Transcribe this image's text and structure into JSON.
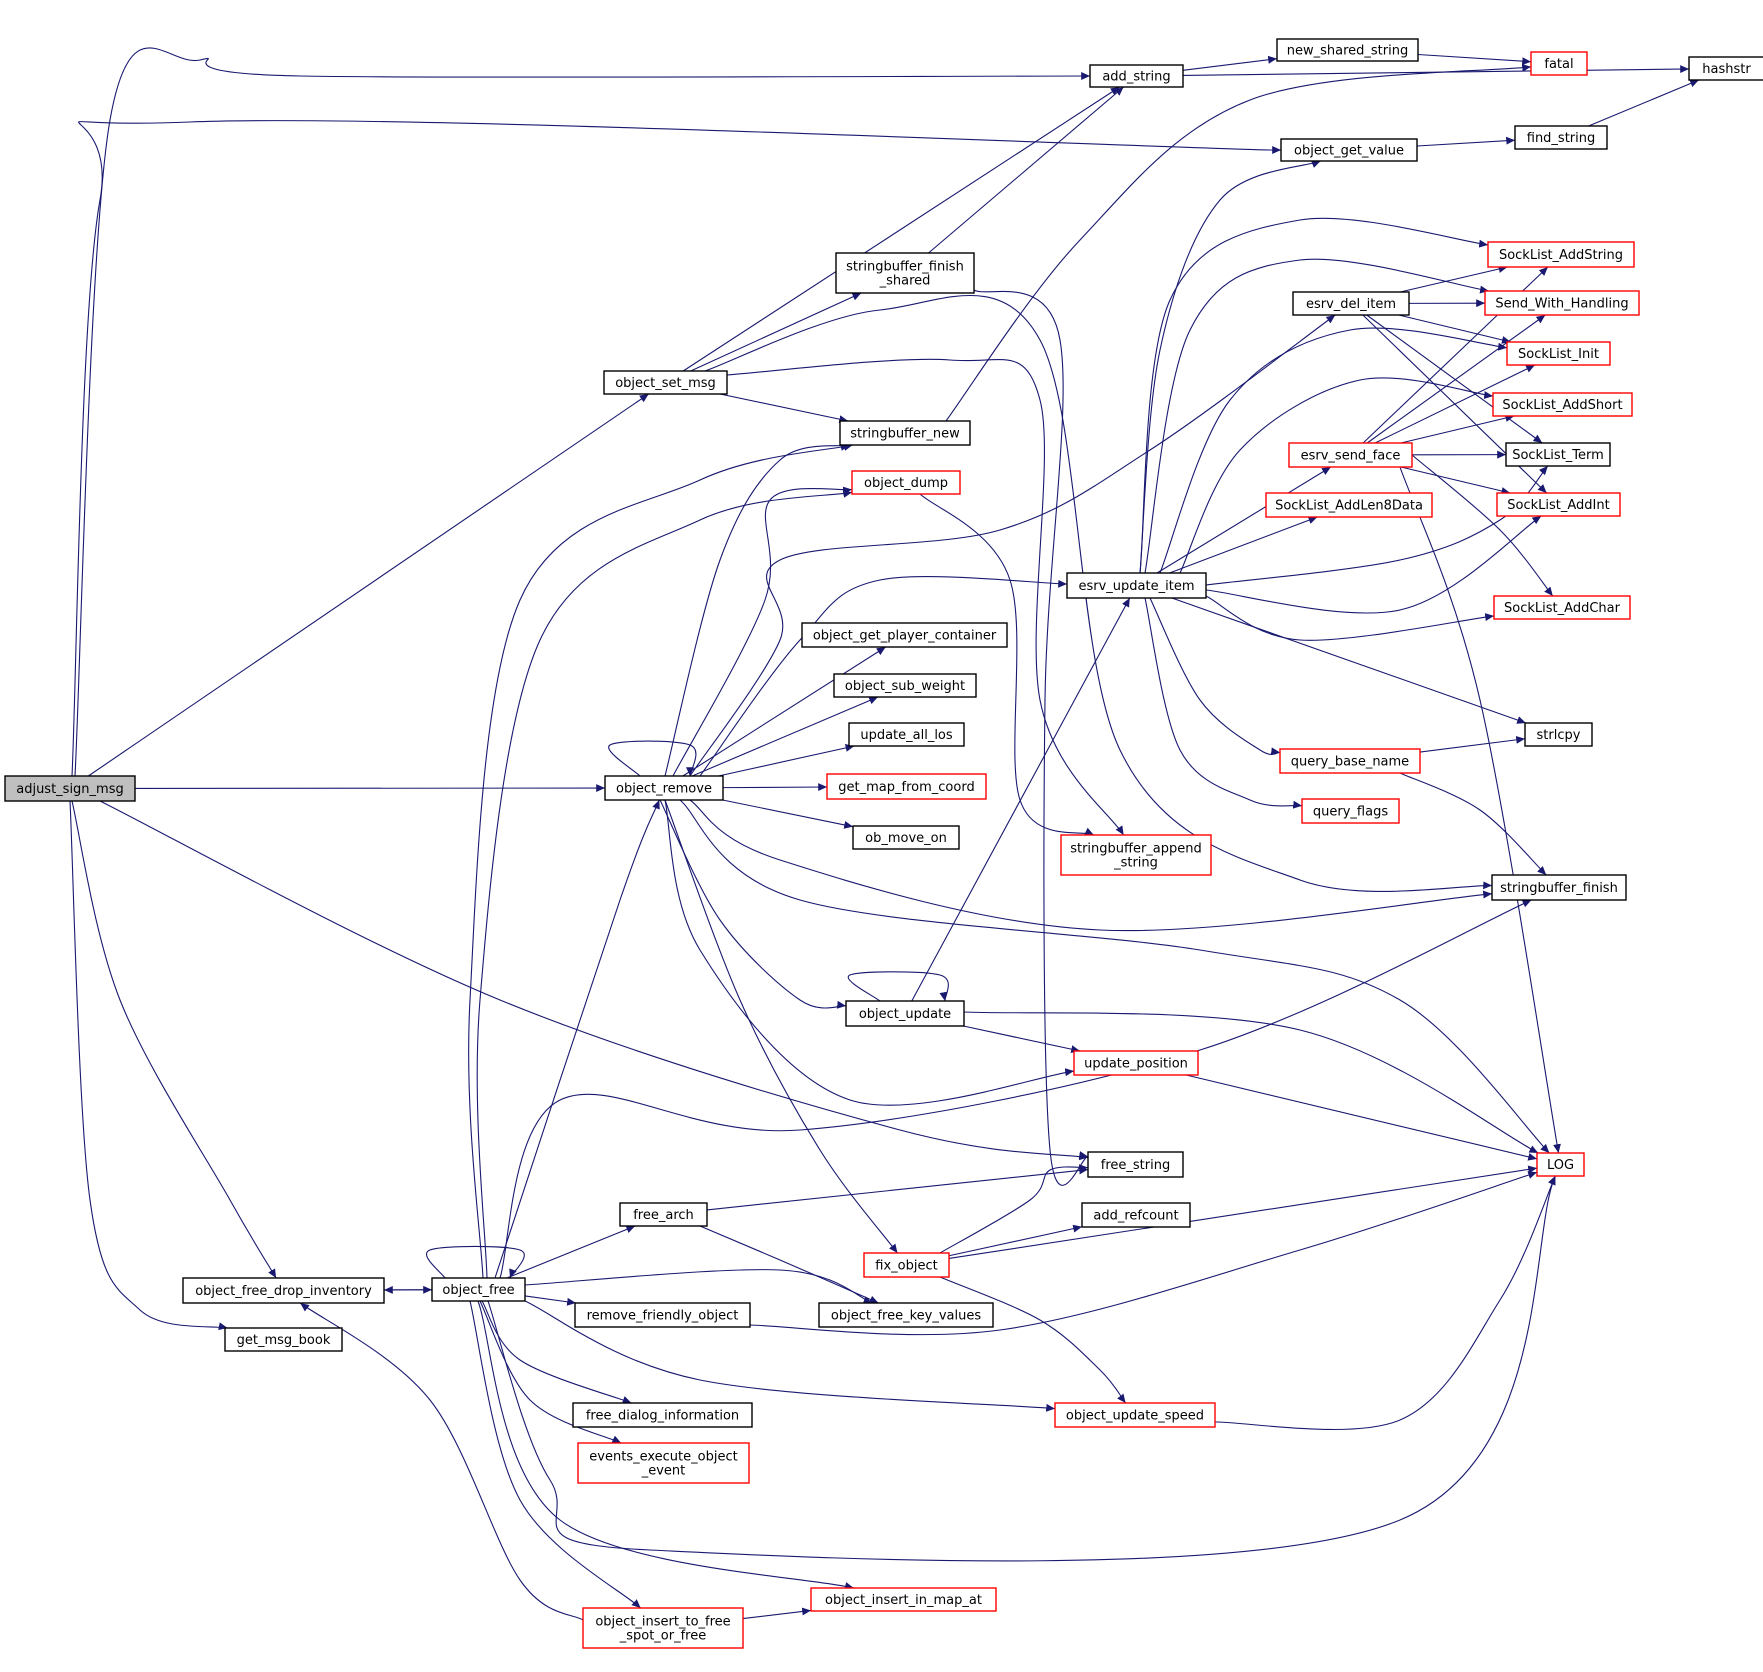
{
  "colors": {
    "edge": "#191970",
    "node_border": "#000000",
    "node_border_incomplete": "#ff0000",
    "root_fill": "#bfbfbf",
    "node_fill": "#ffffff"
  },
  "nodes": [
    {
      "id": "adjust_sign_msg",
      "lines": [
        "adjust_sign_msg"
      ],
      "style": "root"
    },
    {
      "id": "add_string",
      "lines": [
        "add_string"
      ],
      "style": "normal"
    },
    {
      "id": "new_shared_string",
      "lines": [
        "new_shared_string"
      ],
      "style": "normal"
    },
    {
      "id": "fatal",
      "lines": [
        "fatal"
      ],
      "style": "incomplete"
    },
    {
      "id": "hashstr",
      "lines": [
        "hashstr"
      ],
      "style": "normal"
    },
    {
      "id": "object_get_value",
      "lines": [
        "object_get_value"
      ],
      "style": "normal"
    },
    {
      "id": "find_string",
      "lines": [
        "find_string"
      ],
      "style": "normal"
    },
    {
      "id": "stringbuffer_finish_shared",
      "lines": [
        "stringbuffer_finish",
        "_shared"
      ],
      "style": "normal"
    },
    {
      "id": "SockList_AddString",
      "lines": [
        "SockList_AddString"
      ],
      "style": "incomplete"
    },
    {
      "id": "esrv_del_item",
      "lines": [
        "esrv_del_item"
      ],
      "style": "normal"
    },
    {
      "id": "Send_With_Handling",
      "lines": [
        "Send_With_Handling"
      ],
      "style": "incomplete"
    },
    {
      "id": "object_set_msg",
      "lines": [
        "object_set_msg"
      ],
      "style": "normal"
    },
    {
      "id": "SockList_Init",
      "lines": [
        "SockList_Init"
      ],
      "style": "incomplete"
    },
    {
      "id": "stringbuffer_new",
      "lines": [
        "stringbuffer_new"
      ],
      "style": "normal"
    },
    {
      "id": "SockList_AddShort",
      "lines": [
        "SockList_AddShort"
      ],
      "style": "incomplete"
    },
    {
      "id": "esrv_send_face",
      "lines": [
        "esrv_send_face"
      ],
      "style": "incomplete"
    },
    {
      "id": "SockList_Term",
      "lines": [
        "SockList_Term"
      ],
      "style": "normal"
    },
    {
      "id": "object_dump",
      "lines": [
        "object_dump"
      ],
      "style": "incomplete"
    },
    {
      "id": "SockList_AddLen8Data",
      "lines": [
        "SockList_AddLen8Data"
      ],
      "style": "incomplete"
    },
    {
      "id": "SockList_AddInt",
      "lines": [
        "SockList_AddInt"
      ],
      "style": "incomplete"
    },
    {
      "id": "esrv_update_item",
      "lines": [
        "esrv_update_item"
      ],
      "style": "normal"
    },
    {
      "id": "SockList_AddChar",
      "lines": [
        "SockList_AddChar"
      ],
      "style": "incomplete"
    },
    {
      "id": "object_get_player_container",
      "lines": [
        "object_get_player_container"
      ],
      "style": "normal"
    },
    {
      "id": "object_sub_weight",
      "lines": [
        "object_sub_weight"
      ],
      "style": "normal"
    },
    {
      "id": "update_all_los",
      "lines": [
        "update_all_los"
      ],
      "style": "normal"
    },
    {
      "id": "strlcpy",
      "lines": [
        "strlcpy"
      ],
      "style": "normal"
    },
    {
      "id": "query_base_name",
      "lines": [
        "query_base_name"
      ],
      "style": "incomplete"
    },
    {
      "id": "object_remove",
      "lines": [
        "object_remove"
      ],
      "style": "normal"
    },
    {
      "id": "get_map_from_coord",
      "lines": [
        "get_map_from_coord"
      ],
      "style": "incomplete"
    },
    {
      "id": "query_flags",
      "lines": [
        "query_flags"
      ],
      "style": "incomplete"
    },
    {
      "id": "ob_move_on",
      "lines": [
        "ob_move_on"
      ],
      "style": "normal"
    },
    {
      "id": "stringbuffer_append_string",
      "lines": [
        "stringbuffer_append",
        "_string"
      ],
      "style": "incomplete"
    },
    {
      "id": "stringbuffer_finish",
      "lines": [
        "stringbuffer_finish"
      ],
      "style": "normal"
    },
    {
      "id": "object_update",
      "lines": [
        "object_update"
      ],
      "style": "normal"
    },
    {
      "id": "update_position",
      "lines": [
        "update_position"
      ],
      "style": "incomplete"
    },
    {
      "id": "free_string",
      "lines": [
        "free_string"
      ],
      "style": "normal"
    },
    {
      "id": "LOG",
      "lines": [
        "LOG"
      ],
      "style": "incomplete"
    },
    {
      "id": "free_arch",
      "lines": [
        "free_arch"
      ],
      "style": "normal"
    },
    {
      "id": "add_refcount",
      "lines": [
        "add_refcount"
      ],
      "style": "normal"
    },
    {
      "id": "fix_object",
      "lines": [
        "fix_object"
      ],
      "style": "incomplete"
    },
    {
      "id": "object_free_drop_inventory",
      "lines": [
        "object_free_drop_inventory"
      ],
      "style": "normal"
    },
    {
      "id": "object_free",
      "lines": [
        "object_free"
      ],
      "style": "normal"
    },
    {
      "id": "object_free_key_values",
      "lines": [
        "object_free_key_values"
      ],
      "style": "normal"
    },
    {
      "id": "remove_friendly_object",
      "lines": [
        "remove_friendly_object"
      ],
      "style": "normal"
    },
    {
      "id": "get_msg_book",
      "lines": [
        "get_msg_book"
      ],
      "style": "normal"
    },
    {
      "id": "free_dialog_information",
      "lines": [
        "free_dialog_information"
      ],
      "style": "normal"
    },
    {
      "id": "object_update_speed",
      "lines": [
        "object_update_speed"
      ],
      "style": "incomplete"
    },
    {
      "id": "events_execute_object_event",
      "lines": [
        "events_execute_object",
        "_event"
      ],
      "style": "incomplete"
    },
    {
      "id": "object_insert_in_map_at",
      "lines": [
        "object_insert_in_map_at"
      ],
      "style": "incomplete"
    },
    {
      "id": "object_insert_to_free_spot_or_free",
      "lines": [
        "object_insert_to_free",
        "_spot_or_free"
      ],
      "style": "incomplete"
    }
  ],
  "edges": [
    [
      "adjust_sign_msg",
      "add_string"
    ],
    [
      "adjust_sign_msg",
      "object_get_value"
    ],
    [
      "adjust_sign_msg",
      "object_set_msg"
    ],
    [
      "adjust_sign_msg",
      "object_remove"
    ],
    [
      "adjust_sign_msg",
      "free_string"
    ],
    [
      "adjust_sign_msg",
      "object_free_drop_inventory"
    ],
    [
      "adjust_sign_msg",
      "get_msg_book"
    ],
    [
      "add_string",
      "new_shared_string"
    ],
    [
      "add_string",
      "hashstr"
    ],
    [
      "new_shared_string",
      "fatal"
    ],
    [
      "object_get_value",
      "find_string"
    ],
    [
      "find_string",
      "hashstr"
    ],
    [
      "object_set_msg",
      "add_string"
    ],
    [
      "object_set_msg",
      "stringbuffer_finish_shared"
    ],
    [
      "object_set_msg",
      "stringbuffer_new"
    ],
    [
      "object_set_msg",
      "stringbuffer_append_string"
    ],
    [
      "object_set_msg",
      "stringbuffer_finish"
    ],
    [
      "stringbuffer_finish_shared",
      "add_string"
    ],
    [
      "stringbuffer_finish_shared",
      "free_string"
    ],
    [
      "stringbuffer_new",
      "fatal"
    ],
    [
      "object_dump",
      "stringbuffer_append_string"
    ],
    [
      "object_remove",
      "object_remove"
    ],
    [
      "object_remove",
      "stringbuffer_new"
    ],
    [
      "object_remove",
      "object_dump"
    ],
    [
      "object_remove",
      "esrv_del_item"
    ],
    [
      "object_remove",
      "esrv_update_item"
    ],
    [
      "object_remove",
      "object_get_player_container"
    ],
    [
      "object_remove",
      "object_sub_weight"
    ],
    [
      "object_remove",
      "update_all_los"
    ],
    [
      "object_remove",
      "get_map_from_coord"
    ],
    [
      "object_remove",
      "ob_move_on"
    ],
    [
      "object_remove",
      "stringbuffer_finish"
    ],
    [
      "object_remove",
      "object_update"
    ],
    [
      "object_remove",
      "update_position"
    ],
    [
      "object_remove",
      "LOG"
    ],
    [
      "object_remove",
      "fix_object"
    ],
    [
      "esrv_del_item",
      "SockList_AddString"
    ],
    [
      "esrv_del_item",
      "Send_With_Handling"
    ],
    [
      "esrv_del_item",
      "SockList_Init"
    ],
    [
      "esrv_del_item",
      "SockList_Term"
    ],
    [
      "esrv_del_item",
      "SockList_AddInt"
    ],
    [
      "esrv_update_item",
      "object_get_value"
    ],
    [
      "esrv_update_item",
      "SockList_AddString"
    ],
    [
      "esrv_update_item",
      "Send_With_Handling"
    ],
    [
      "esrv_update_item",
      "SockList_Init"
    ],
    [
      "esrv_update_item",
      "SockList_AddShort"
    ],
    [
      "esrv_update_item",
      "esrv_send_face"
    ],
    [
      "esrv_update_item",
      "SockList_AddLen8Data"
    ],
    [
      "esrv_update_item",
      "SockList_Term"
    ],
    [
      "esrv_update_item",
      "SockList_AddInt"
    ],
    [
      "esrv_update_item",
      "SockList_AddChar"
    ],
    [
      "esrv_update_item",
      "strlcpy"
    ],
    [
      "esrv_update_item",
      "query_base_name"
    ],
    [
      "esrv_update_item",
      "query_flags"
    ],
    [
      "esrv_send_face",
      "SockList_AddString"
    ],
    [
      "esrv_send_face",
      "Send_With_Handling"
    ],
    [
      "esrv_send_face",
      "SockList_Init"
    ],
    [
      "esrv_send_face",
      "SockList_AddShort"
    ],
    [
      "esrv_send_face",
      "SockList_Term"
    ],
    [
      "esrv_send_face",
      "SockList_AddInt"
    ],
    [
      "esrv_send_face",
      "SockList_AddChar"
    ],
    [
      "esrv_send_face",
      "LOG"
    ],
    [
      "query_base_name",
      "strlcpy"
    ],
    [
      "query_base_name",
      "stringbuffer_finish"
    ],
    [
      "object_update",
      "object_update"
    ],
    [
      "object_update",
      "esrv_update_item"
    ],
    [
      "object_update",
      "update_position"
    ],
    [
      "object_update",
      "LOG"
    ],
    [
      "update_position",
      "LOG"
    ],
    [
      "fix_object",
      "free_string"
    ],
    [
      "fix_object",
      "add_refcount"
    ],
    [
      "fix_object",
      "LOG"
    ],
    [
      "fix_object",
      "object_update_speed"
    ],
    [
      "free_arch",
      "free_string"
    ],
    [
      "free_arch",
      "object_free_key_values"
    ],
    [
      "object_free_drop_inventory",
      "object_free"
    ],
    [
      "object_free",
      "object_free"
    ],
    [
      "object_free",
      "object_free_drop_inventory"
    ],
    [
      "object_free",
      "stringbuffer_new"
    ],
    [
      "object_free",
      "object_dump"
    ],
    [
      "object_free",
      "object_remove"
    ],
    [
      "object_free",
      "stringbuffer_finish"
    ],
    [
      "object_free",
      "free_arch"
    ],
    [
      "object_free",
      "object_free_key_values"
    ],
    [
      "object_free",
      "remove_friendly_object"
    ],
    [
      "object_free",
      "free_dialog_information"
    ],
    [
      "object_free",
      "events_execute_object_event"
    ],
    [
      "object_free",
      "object_update_speed"
    ],
    [
      "object_free",
      "LOG"
    ],
    [
      "object_free",
      "object_insert_in_map_at"
    ],
    [
      "object_free",
      "object_insert_to_free_spot_or_free"
    ],
    [
      "remove_friendly_object",
      "LOG"
    ],
    [
      "object_update_speed",
      "LOG"
    ],
    [
      "object_insert_to_free_spot_or_free",
      "object_free_drop_inventory"
    ],
    [
      "object_insert_to_free_spot_or_free",
      "object_insert_in_map_at"
    ]
  ]
}
